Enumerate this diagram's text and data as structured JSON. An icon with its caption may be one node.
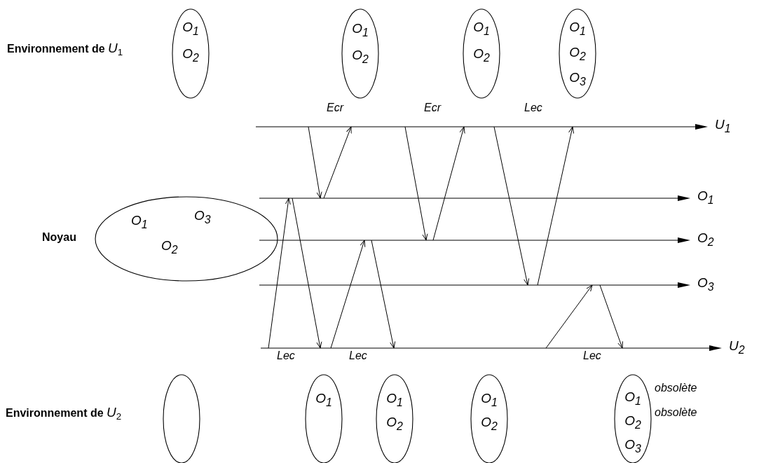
{
  "diagram": {
    "nodes": [
      {
        "text": [
          "O$_{1}$",
          "O$_{2}$"
        ]
      },
      {
        "text": [
          "O$_{1}$",
          "O$_{2}$"
        ]
      },
      {
        "text": [
          "O$_{1}$",
          "O$_{2}$"
        ]
      },
      {
        "text": [
          "O$_{1}$",
          "O$_{2}$",
          "O$_{3}$"
        ]
      },
      {
        "text": [],
        "shape": "line",
        "beside": [
          "U$_{1}$"
        ]
      },
      {
        "text": [
          "O$_{1}$",
          "O$_{3}$",
          "O$_{2}$"
        ],
        "beside": [
          "Noyau"
        ]
      },
      {
        "text": [],
        "shape": "line",
        "beside": [
          "O$_{1}$"
        ]
      },
      {
        "text": [],
        "shape": "line",
        "beside": [
          "O$_{2}$"
        ]
      },
      {
        "text": [],
        "shape": "line",
        "beside": [
          "O$_{3}$"
        ]
      },
      {
        "text": [],
        "shape": "line",
        "beside": [
          "U$_{2}$"
        ]
      },
      {
        "text": [],
        "shape": "ellipse"
      },
      {
        "text": [
          "O$_{1}$"
        ]
      },
      {
        "text": [
          "O$_{1}$",
          "O$_{2}$"
        ]
      },
      {
        "text": [
          "O$_{1}$",
          "O$_{2}$"
        ]
      },
      {
        "text": [
          "O$_{1}$",
          "O$_{2}$",
          "O$_{3}$"
        ],
        "beside": [
          "obsolète",
          "obsolète"
        ]
      }
    ],
    "edges": [
      {
        "from": 4,
        "to": 6,
        "arrow": "to"
      },
      {
        "from": 6,
        "to": 4,
        "arrow": "to"
      },
      {
        "from": 4,
        "to": 7,
        "arrow": "to"
      },
      {
        "from": 7,
        "to": 4,
        "arrow": "to"
      },
      {
        "from": 4,
        "to": 8,
        "arrow": "to"
      },
      {
        "from": 8,
        "to": 4,
        "arrow": "to"
      },
      {
        "from": 9,
        "to": 6,
        "arrow": "to"
      },
      {
        "from": 6,
        "to": 9,
        "arrow": "to"
      },
      {
        "from": 9,
        "to": 7,
        "arrow": "to"
      },
      {
        "from": 7,
        "to": 9,
        "arrow": "to"
      },
      {
        "from": 9,
        "to": 8,
        "arrow": "to"
      },
      {
        "from": 8,
        "to": 9,
        "arrow": "to"
      }
    ],
    "labels": [
      "**Environnement de** *U*$_{1}$",
      "Ecr",
      "Ecr",
      "Lec",
      "Lec",
      "Lec",
      "Lec",
      "**Environnement de** *U*$_{2}$"
    ]
  }
}
